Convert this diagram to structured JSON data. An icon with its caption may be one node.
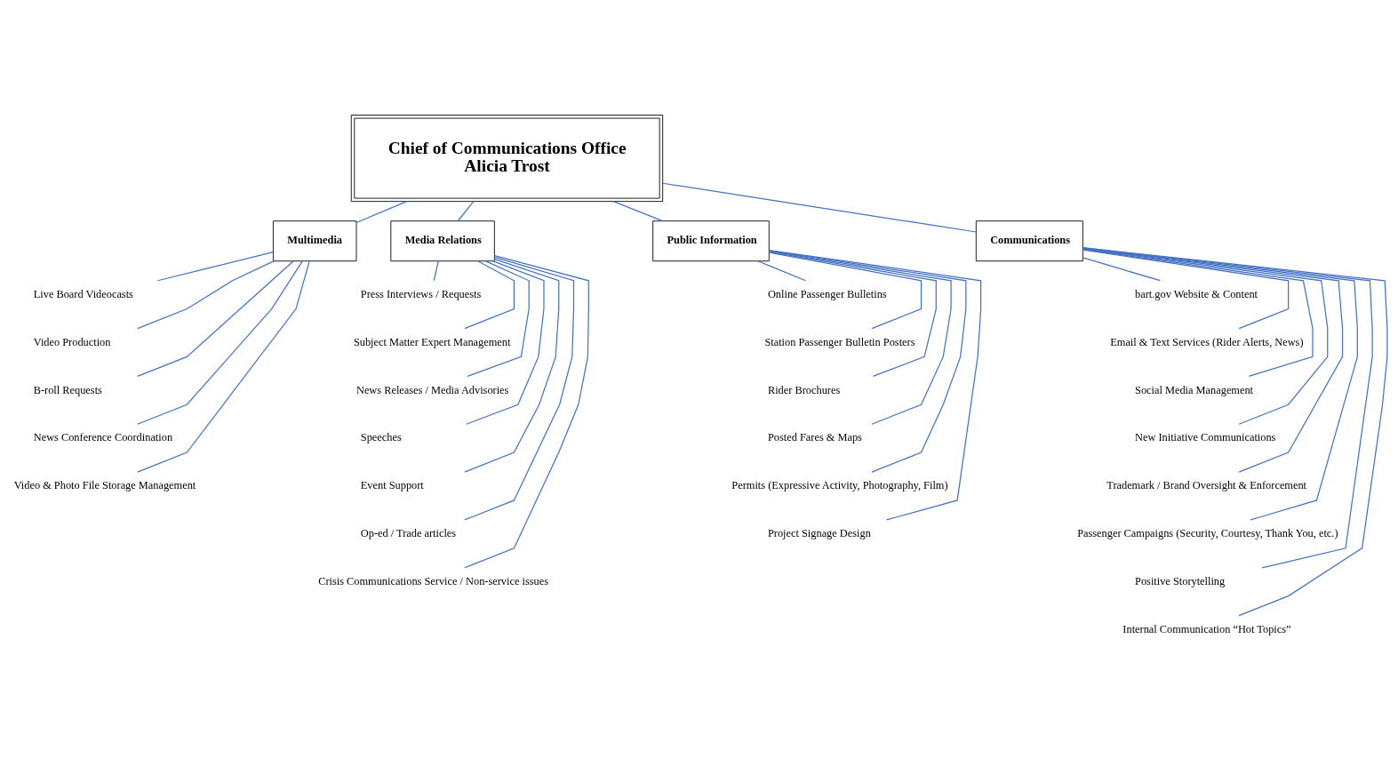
{
  "diagram": {
    "nodes": [
      {
        "text": [
          "Chief of Communications Office",
          "Alicia Trost"
        ]
      },
      {
        "text": [
          "Multimedia"
        ]
      },
      {
        "text": [
          "Media Relations"
        ]
      },
      {
        "text": [
          "Public Information"
        ]
      },
      {
        "text": [
          "Communications"
        ]
      },
      {
        "text": [
          "Live Board Videocasts"
        ]
      },
      {
        "text": [
          "Video Production"
        ]
      },
      {
        "text": [
          "B-roll Requests"
        ]
      },
      {
        "text": [
          "News Conference Coordination"
        ]
      },
      {
        "text": [
          "Video & Photo File Storage Management"
        ]
      },
      {
        "text": [
          "Press Interviews / Requests"
        ]
      },
      {
        "text": [
          "Subject Matter Expert Management"
        ]
      },
      {
        "text": [
          "News Releases / Media Advisories"
        ]
      },
      {
        "text": [
          "Speeches"
        ]
      },
      {
        "text": [
          "Event Support"
        ]
      },
      {
        "text": [
          "Op-ed / Trade articles"
        ]
      },
      {
        "text": [
          "Crisis Communications Service / Non-service issues"
        ]
      },
      {
        "text": [
          "Online Passenger Bulletins"
        ]
      },
      {
        "text": [
          "Station Passenger Bulletin Posters"
        ]
      },
      {
        "text": [
          "Rider Brochures"
        ]
      },
      {
        "text": [
          "Posted Fares & Maps"
        ]
      },
      {
        "text": [
          "Permits (Expressive Activity, Photography, Film)"
        ]
      },
      {
        "text": [
          "Project Signage Design"
        ]
      },
      {
        "text": [
          "bart.gov Website & Content"
        ]
      },
      {
        "text": [
          "Email & Text Services (Rider Alerts, News)"
        ]
      },
      {
        "text": [
          "Social Media Management"
        ]
      },
      {
        "text": [
          "New Initiative Communications"
        ]
      },
      {
        "text": [
          "Trademark / Brand Oversight & Enforcement"
        ]
      },
      {
        "text": [
          "Passenger Campaigns (Security, Courtesy, Thank You, etc.)"
        ]
      },
      {
        "text": [
          "Positive Storytelling"
        ]
      },
      {
        "text": [
          "Internal Communication “Hot Topics”"
        ]
      }
    ],
    "edges": [
      {
        "from": 0,
        "to": 1,
        "arrow": "none"
      },
      {
        "from": 0,
        "to": 2,
        "arrow": "none"
      },
      {
        "from": 0,
        "to": 3,
        "arrow": "none"
      },
      {
        "from": 0,
        "to": 4,
        "arrow": "none"
      },
      {
        "from": 1,
        "to": 5,
        "arrow": "none"
      },
      {
        "from": 1,
        "to": 6,
        "arrow": "none"
      },
      {
        "from": 1,
        "to": 7,
        "arrow": "none"
      },
      {
        "from": 1,
        "to": 8,
        "arrow": "none"
      },
      {
        "from": 1,
        "to": 9,
        "arrow": "none"
      },
      {
        "from": 2,
        "to": 10,
        "arrow": "none"
      },
      {
        "from": 2,
        "to": 11,
        "arrow": "none"
      },
      {
        "from": 2,
        "to": 12,
        "arrow": "none"
      },
      {
        "from": 2,
        "to": 13,
        "arrow": "none"
      },
      {
        "from": 2,
        "to": 14,
        "arrow": "none"
      },
      {
        "from": 2,
        "to": 15,
        "arrow": "none"
      },
      {
        "from": 2,
        "to": 16,
        "arrow": "none"
      },
      {
        "from": 3,
        "to": 17,
        "arrow": "none"
      },
      {
        "from": 3,
        "to": 18,
        "arrow": "none"
      },
      {
        "from": 3,
        "to": 19,
        "arrow": "none"
      },
      {
        "from": 3,
        "to": 20,
        "arrow": "none"
      },
      {
        "from": 3,
        "to": 21,
        "arrow": "none"
      },
      {
        "from": 3,
        "to": 22,
        "arrow": "none"
      },
      {
        "from": 4,
        "to": 23,
        "arrow": "none"
      },
      {
        "from": 4,
        "to": 24,
        "arrow": "none"
      },
      {
        "from": 4,
        "to": 25,
        "arrow": "none"
      },
      {
        "from": 4,
        "to": 26,
        "arrow": "none"
      },
      {
        "from": 4,
        "to": 27,
        "arrow": "none"
      },
      {
        "from": 4,
        "to": 28,
        "arrow": "none"
      },
      {
        "from": 4,
        "to": 29,
        "arrow": "none"
      },
      {
        "from": 4,
        "to": 30,
        "arrow": "none"
      }
    ]
  }
}
